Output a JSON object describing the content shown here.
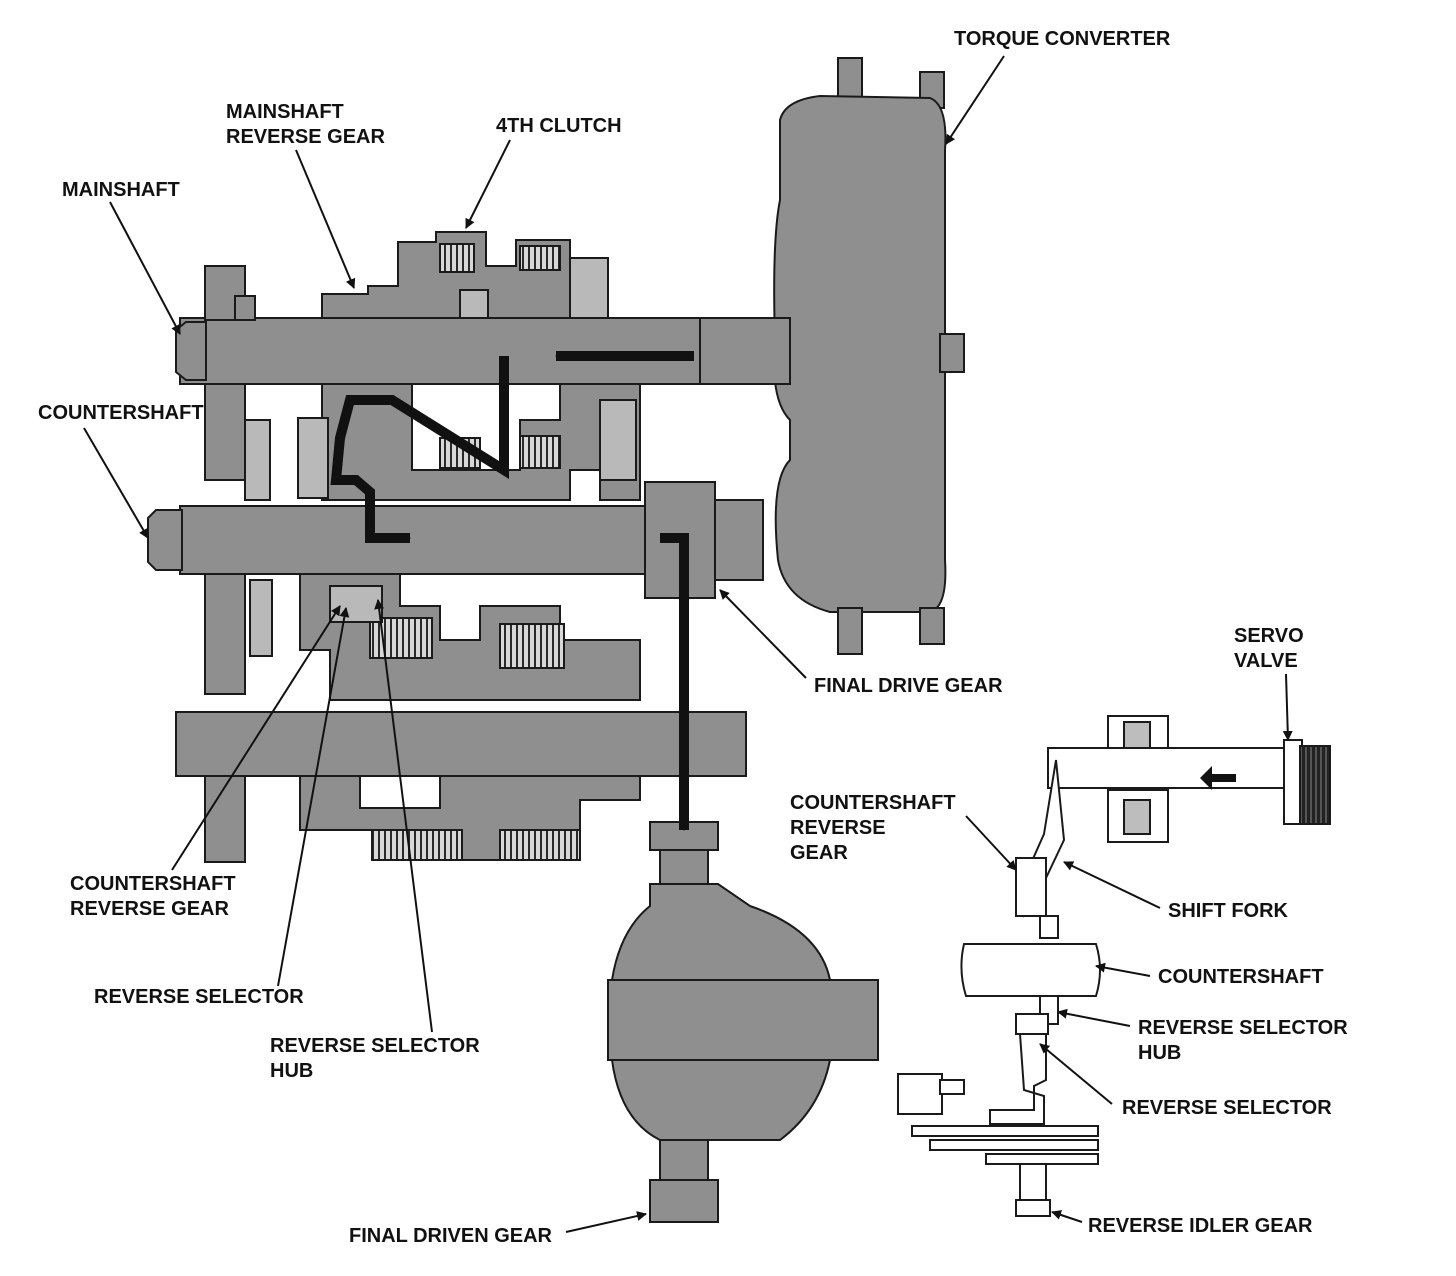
{
  "colors": {
    "metal": "#8f8f8f",
    "metal_light": "#b9b9b9",
    "outline": "#1a1a1a",
    "power_flow": "#111111",
    "background": "#ffffff"
  },
  "main_diagram": {
    "labels": {
      "torque_converter": "TORQUE CONVERTER",
      "mainshaft_reverse_gear": [
        "MAINSHAFT",
        "REVERSE GEAR"
      ],
      "fourth_clutch": "4TH CLUTCH",
      "mainshaft": "MAINSHAFT",
      "countershaft": "COUNTERSHAFT",
      "final_drive_gear": "FINAL DRIVE GEAR",
      "countershaft_reverse_gear": [
        "COUNTERSHAFT",
        "REVERSE GEAR"
      ],
      "reverse_selector": "REVERSE SELECTOR",
      "reverse_selector_hub": [
        "REVERSE SELECTOR",
        "HUB"
      ],
      "final_driven_gear": "FINAL DRIVEN GEAR"
    }
  },
  "detail_diagram": {
    "labels": {
      "servo_valve": [
        "SERVO",
        "VALVE"
      ],
      "countershaft_reverse_gear": [
        "COUNTERSHAFT",
        "REVERSE",
        "GEAR"
      ],
      "shift_fork": "SHIFT FORK",
      "countershaft": "COUNTERSHAFT",
      "reverse_selector_hub": [
        "REVERSE SELECTOR",
        "HUB"
      ],
      "reverse_selector": "REVERSE SELECTOR",
      "reverse_idler_gear": "REVERSE IDLER GEAR"
    }
  }
}
